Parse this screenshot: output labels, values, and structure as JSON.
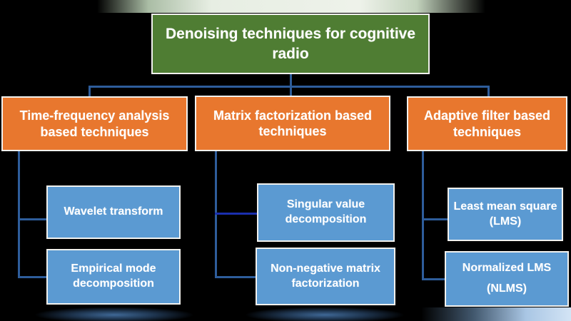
{
  "diagram": {
    "root": {
      "label": "Denoising techniques for cognitive\nradio"
    },
    "branches": [
      {
        "label": "Time-frequency analysis\nbased techniques",
        "children": [
          "Wavelet transform",
          "Empirical mode\ndecomposition"
        ]
      },
      {
        "label": "Matrix factorization based\ntechniques",
        "children": [
          "Singular value\ndecomposition",
          "Non-negative matrix\nfactorization"
        ]
      },
      {
        "label": "Adaptive filter based\ntechniques",
        "children": [
          "Least mean square\n(LMS)",
          "Normalized LMS\n(NLMS)"
        ]
      }
    ]
  },
  "colors": {
    "background": "#000000",
    "root_box": "#4f7d33",
    "category_box": "#e8772e",
    "leaf_box": "#5b9ad2",
    "connector": "#2e5d9b",
    "connector_accent": "#1b2fae",
    "box_border": "#f1f1ee",
    "text": "#ffffff"
  }
}
